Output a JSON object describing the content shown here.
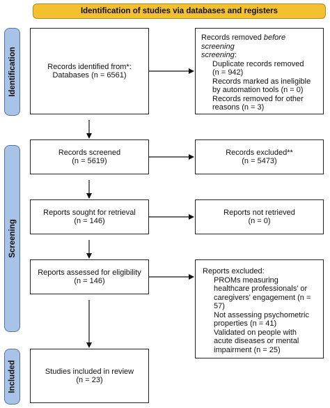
{
  "header": {
    "title": "Identification of studies via databases and registers"
  },
  "stages": {
    "identification": "Identification",
    "screening": "Screening",
    "included": "Included"
  },
  "identified": {
    "line1": "Records identified from*:",
    "line2": "Databases (n = 6561)"
  },
  "removed": {
    "title_pre": "Records removed ",
    "title_em": "before screening",
    "title_post": ":",
    "items": [
      "Duplicate records removed",
      "(n = 942)",
      "Records marked as ineligible",
      "by automation tools (n = 0)",
      "Records removed for other",
      "reasons (n = 3)"
    ]
  },
  "screened": {
    "line1": "Records screened",
    "line2": "(n = 5619)"
  },
  "excluded_records": {
    "line1": "Records excluded**",
    "line2": "(n = 5473)"
  },
  "sought": {
    "line1": "Reports sought for retrieval",
    "line2": "(n = 146)"
  },
  "not_retrieved": {
    "line1": "Reports not retrieved",
    "line2": "(n = 0)"
  },
  "assessed": {
    "line1": "Reports assessed for eligibility",
    "line2": "(n = 146)"
  },
  "reports_excluded": {
    "title": "Reports excluded:",
    "items": [
      "PROMs measuring",
      "healthcare professionals' or",
      "caregivers' engagement (n =",
      "57)",
      "Not assessing psychometric",
      "properties (n = 41)",
      "Validated on people with",
      "acute diseases or mental",
      "impairment (n = 25)"
    ]
  },
  "included_box": {
    "line1": "Studies included in review",
    "line2": "(n = 23)"
  }
}
